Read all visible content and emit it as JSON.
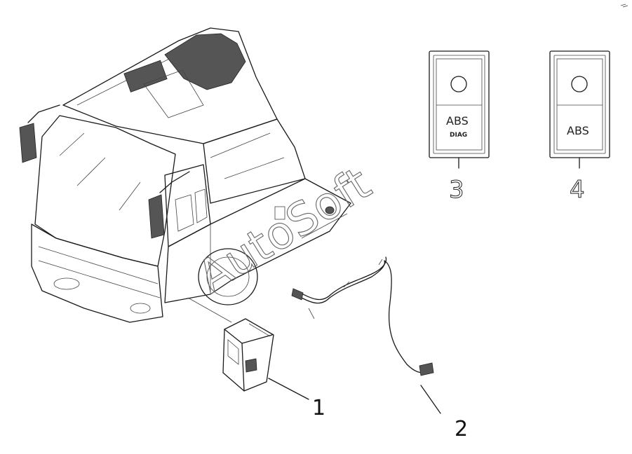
{
  "callouts": {
    "ecu": "1",
    "harness": "2",
    "switch_diag": "3",
    "switch_abs": "4"
  },
  "switches": {
    "diag": {
      "label": "ABS",
      "sublabel": "DIAG"
    },
    "abs": {
      "label": "ABS"
    }
  },
  "watermark": "AutoSoft",
  "colors": {
    "line": "#1a1a1a",
    "fill_dark": "#555555",
    "watermark": "#666666"
  }
}
